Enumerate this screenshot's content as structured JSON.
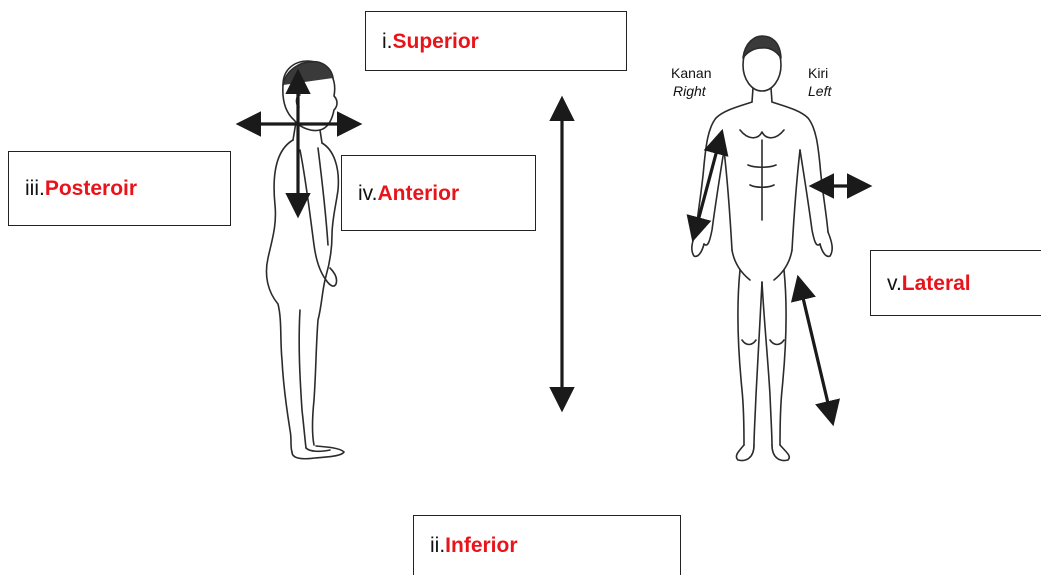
{
  "labels": {
    "superior": {
      "prefix": "i.",
      "term": "Superior"
    },
    "inferior": {
      "prefix": "ii.",
      "term": "Inferior"
    },
    "posterior": {
      "prefix": "iii.",
      "term": "Posteroir"
    },
    "anterior": {
      "prefix": "iv.",
      "term": "Anterior"
    },
    "lateral": {
      "prefix": "v.",
      "term": "Lateral"
    }
  },
  "figure_text": {
    "right_malay": "Kanan",
    "right_english": "Right",
    "left_malay": "Kiri",
    "left_english": "Left"
  },
  "colors": {
    "term": "#e8141b",
    "arrow": "#1a1a1a",
    "outline": "#2b2b2b"
  }
}
